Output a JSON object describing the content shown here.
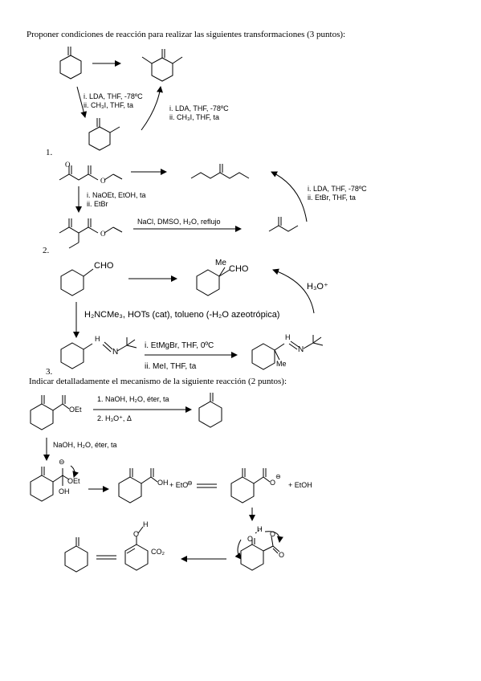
{
  "heading": "Proponer condiciones de reacción para realizar las siguientes transformaciones (3 puntos):",
  "problem1": {
    "number": "1.",
    "cond_down": [
      "i. LDA, THF, -78ºC",
      "ii. CH₃I, THF, ta"
    ],
    "cond_up": [
      "i. LDA, THF, -78ºC",
      "ii. CH₃I, THF, ta"
    ]
  },
  "problem2": {
    "number": "2.",
    "cond_down": [
      "i. NaOEt, EtOH, ta",
      "ii. EtBr"
    ],
    "cond_decarb": "NaCl, DMSO, H₂O, reflujo",
    "cond_up": [
      "i. LDA, THF, -78ºC",
      "ii. EtBr, THF, ta"
    ]
  },
  "problem3": {
    "number": "3.",
    "start_label": "CHO",
    "product_me": "Me",
    "product_cho": "CHO",
    "hydrolysis": "H₃O⁺",
    "imine_cond": "H₂NCMe₃, HOTs (cat), tolueno (-H₂O azeotrópica)",
    "alkylation": [
      "i. EtMgBr, THF, 0ºC",
      "ii. MeI, THF, ta"
    ],
    "imine_n": "N",
    "imine_h": "H",
    "imine_me": "Me"
  },
  "question2": {
    "heading": "Indicar detalladamente el mecanismo de la siguiente reacción (2 puntos):",
    "oet": "OEt",
    "cond_main": [
      "1. NaOH, H₂O, éter, ta",
      "2. H₃O⁺, Δ"
    ],
    "cond_mech": "NaOH, H₂O, éter, ta",
    "oh_label": "OH",
    "plus_eto": "+ EtO",
    "plus_etoh": "+ EtOH",
    "co2": "CO₂",
    "h": "H",
    "o": "O",
    "minus": "⊖"
  }
}
